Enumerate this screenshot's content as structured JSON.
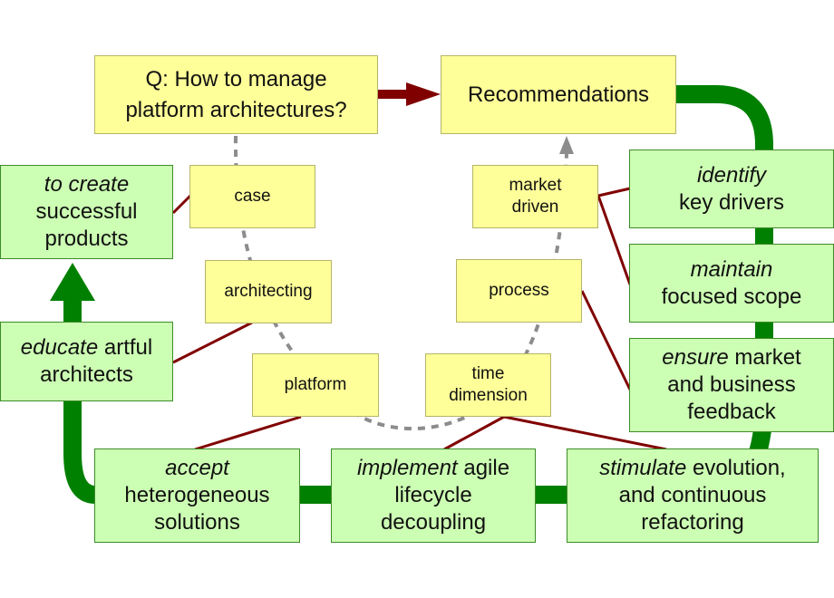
{
  "question": {
    "line1": "Q: How to manage",
    "line2": "platform architectures?"
  },
  "recommendations": "Recommendations",
  "keywords": {
    "case": "case",
    "architecting": "architecting",
    "platform": "platform",
    "time_line1": "time",
    "time_line2": "dimension",
    "process": "process",
    "market_line1": "market",
    "market_line2": "driven"
  },
  "goals": {
    "create": {
      "verb": "to create",
      "rest1": "successful",
      "rest2": "products"
    },
    "educate": {
      "verb": "educate",
      "rest1": " artful",
      "rest2": "architects"
    },
    "accept": {
      "verb": "accept",
      "rest1": "heterogeneous",
      "rest2": "solutions"
    },
    "implement": {
      "verb": "implement",
      "rest1": " agile",
      "rest2": "lifecycle",
      "rest3": "decoupling"
    },
    "stimulate": {
      "verb": "stimulate",
      "rest1": " evolution,",
      "rest2": "and continuous",
      "rest3": "refactoring"
    },
    "identify": {
      "verb": "identify",
      "rest1": "key drivers"
    },
    "maintain": {
      "verb": "maintain",
      "rest1": "focused scope"
    },
    "ensure": {
      "verb": "ensure",
      "rest1": " market",
      "rest2": "and business",
      "rest3": "feedback"
    }
  },
  "colors": {
    "question_fill": "#ffff99",
    "recommendation_fill": "#ffff99",
    "goal_fill": "#ccffb3",
    "cycle_arrow": "#008000",
    "main_arrow": "#800000",
    "connector": "#800000",
    "dashed_path": "#8c8c8c"
  }
}
